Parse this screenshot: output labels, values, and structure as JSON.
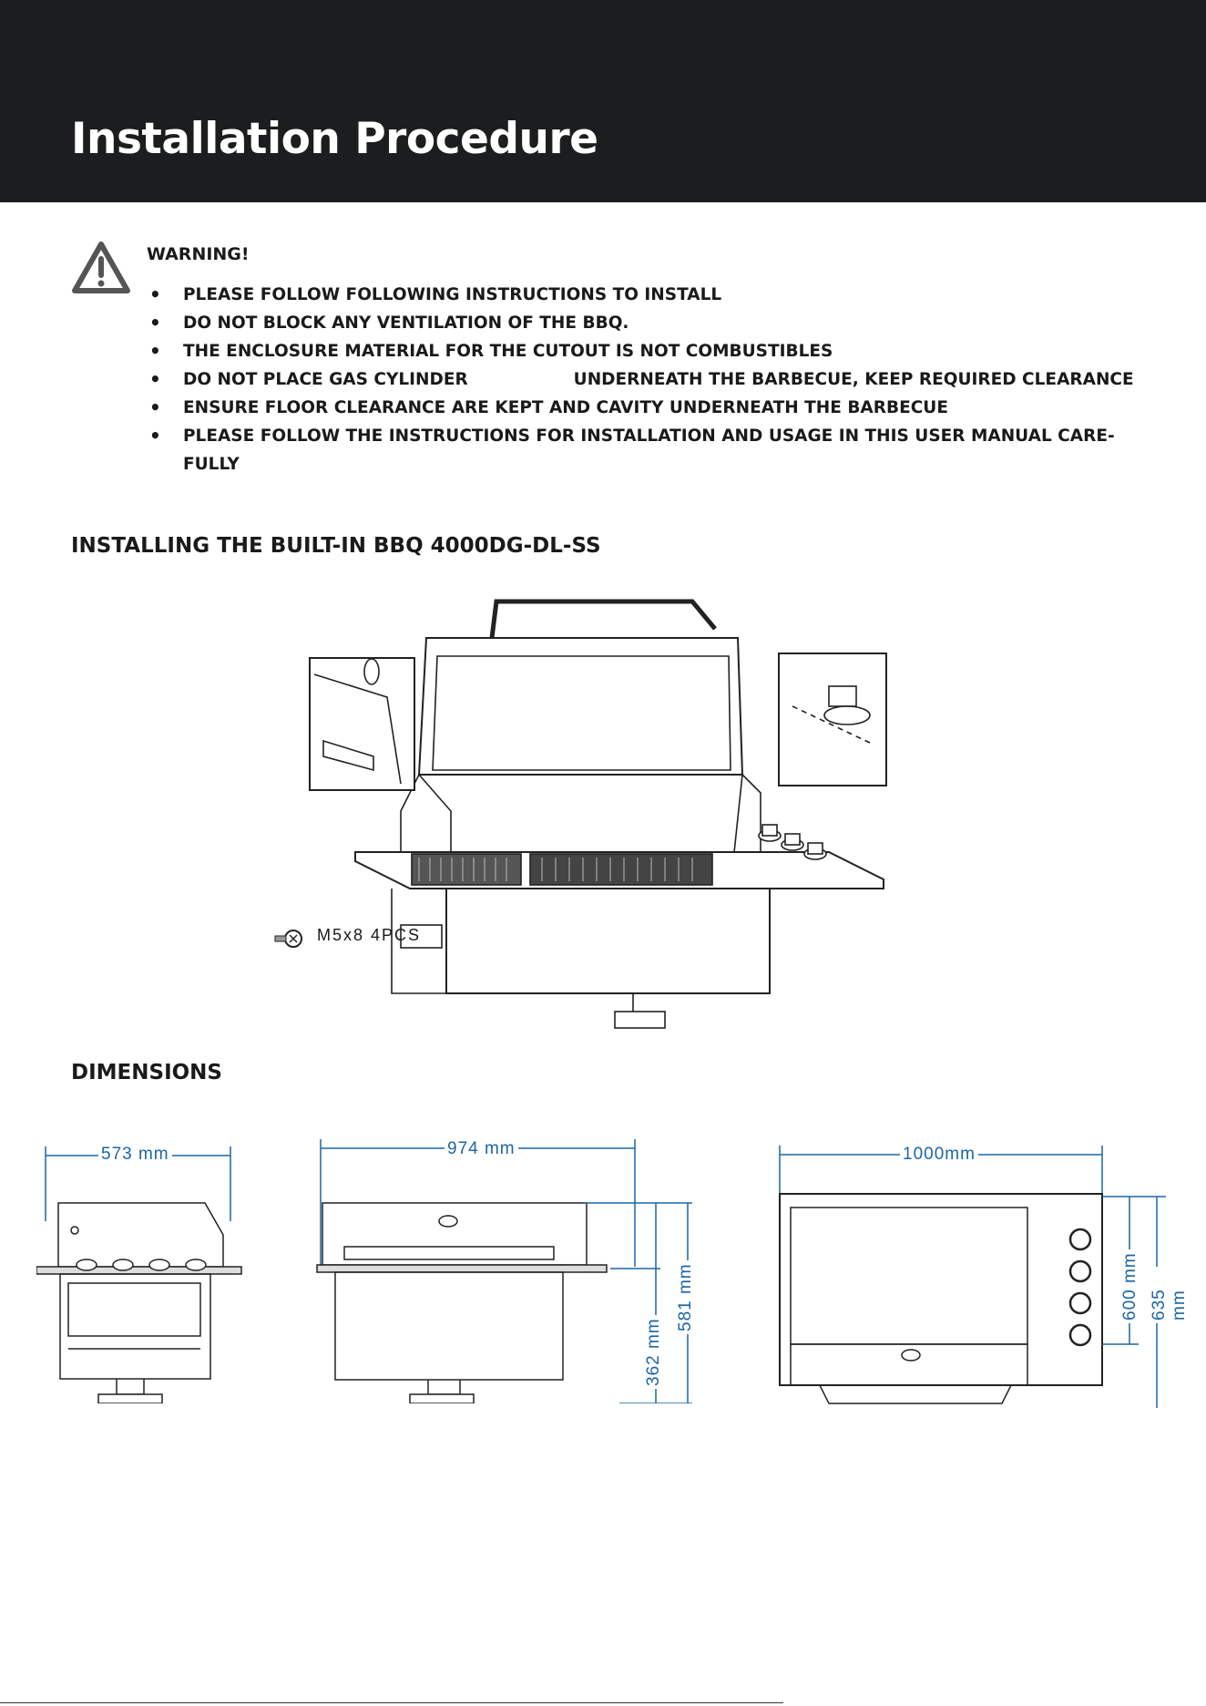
{
  "header": {
    "title": "Installation Procedure"
  },
  "warning": {
    "icon": "warning-triangle-icon",
    "title": "WARNING!",
    "items": [
      "PLEASE FOLLOW FOLLOWING INSTRUCTIONS TO INSTALL",
      "DO NOT BLOCK ANY VENTILATION OF THE BBQ.",
      "THE ENCLOSURE MATERIAL FOR THE CUTOUT IS NOT COMBUSTIBLES",
      "DO NOT PLACE GAS CYLINDER                  UNDERNEATH THE BARBECUE, KEEP REQUIRED CLEARANCE",
      "ENSURE FLOOR CLEARANCE ARE KEPT AND CAVITY UNDERNEATH THE BARBECUE",
      "PLEASE FOLLOW THE INSTRUCTIONS FOR INSTALLATION AND USAGE IN THIS USER MANUAL CARE-\nFULLY"
    ]
  },
  "installing": {
    "title": "INSTALLING THE BUILT-IN BBQ 4000DG-DL-SS",
    "screw_label": "M5x8  4PCS"
  },
  "dimensions": {
    "title": "DIMENSIONS",
    "side_width": "573 mm",
    "front_width": "974 mm",
    "front_height_lower": "362 mm",
    "front_height_total": "581 mm",
    "top_width": "1000mm",
    "top_depth_inner": "600 mm",
    "top_depth_outer": "635 mm",
    "dimension_color": "#1b66a6"
  }
}
